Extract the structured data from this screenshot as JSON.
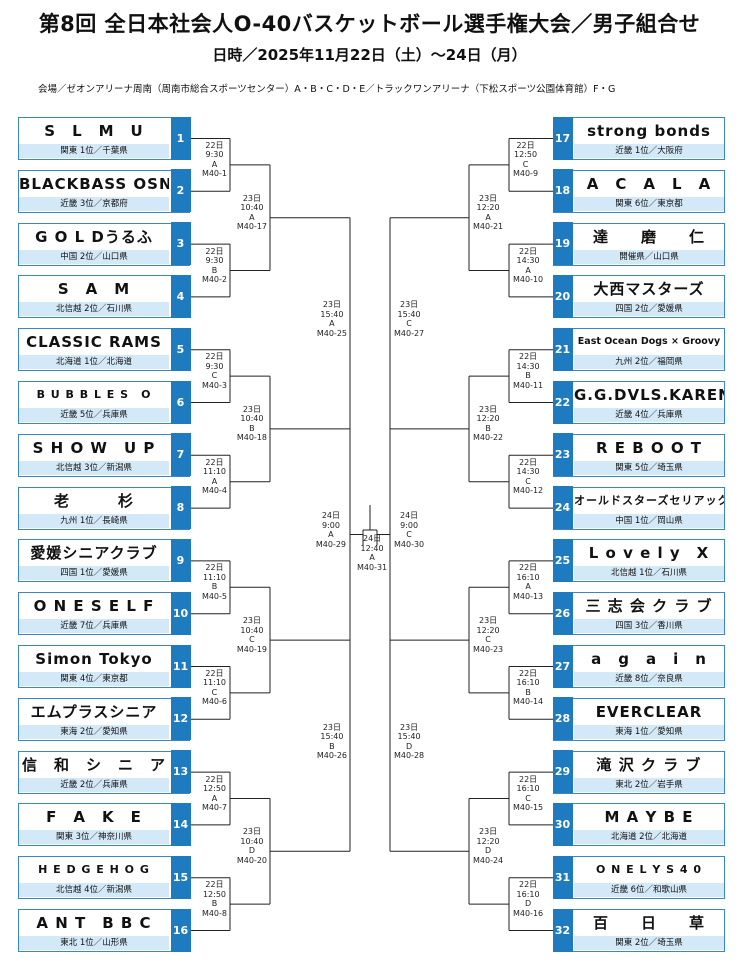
{
  "title": "第8回 全日本社会人O-40バスケットボール選手権大会／男子組合せ",
  "date": "日時／2025年11月22日（土）〜24日（月）",
  "venue": "会場／ゼオンアリーナ周南（周南市総合スポーツセンター）A・B・C・D・E／トラックワンアリーナ（下松スポーツ公園体育館）F・G",
  "teams": [
    {
      "num": "1",
      "name": "S　L　M　U",
      "region": "関東 1位／千葉県"
    },
    {
      "num": "2",
      "name": "BLACKBASS OSN",
      "region": "近畿 3位／京都府"
    },
    {
      "num": "3",
      "name": "G O L Dうるふ",
      "region": "中国 2位／山口県"
    },
    {
      "num": "4",
      "name": "S　A　M",
      "region": "北信越 2位／石川県"
    },
    {
      "num": "5",
      "name": "CLASSIC RAMS",
      "region": "北海道 1位／北海道"
    },
    {
      "num": "6",
      "name": "B U B B L E S　O",
      "region": "近畿 5位／兵庫県"
    },
    {
      "num": "7",
      "name": "S H O W　U P",
      "region": "北信越 3位／新潟県"
    },
    {
      "num": "8",
      "name": "老　　　杉",
      "region": "九州 1位／長崎県"
    },
    {
      "num": "9",
      "name": "愛媛シニアクラブ",
      "region": "四国 1位／愛媛県"
    },
    {
      "num": "10",
      "name": "O N E S E L F",
      "region": "近畿 7位／兵庫県"
    },
    {
      "num": "11",
      "name": "Simon Tokyo",
      "region": "関東 4位／東京都"
    },
    {
      "num": "12",
      "name": "エムプラスシニア",
      "region": "東海 2位／愛知県"
    },
    {
      "num": "13",
      "name": "信　和　シ　ニ　ア",
      "region": "近畿 2位／兵庫県"
    },
    {
      "num": "14",
      "name": "F　A　K　E",
      "region": "関東 3位／神奈川県"
    },
    {
      "num": "15",
      "name": "H E D G E H O G",
      "region": "北信越 4位／新潟県"
    },
    {
      "num": "16",
      "name": "A N T　B B C",
      "region": "東北 1位／山形県"
    },
    {
      "num": "17",
      "name": "strong bonds",
      "region": "近畿 1位／大阪府"
    },
    {
      "num": "18",
      "name": "A　C　A　L　A",
      "region": "関東 6位／東京都"
    },
    {
      "num": "19",
      "name": "達　　磨　　仁",
      "region": "開催県／山口県"
    },
    {
      "num": "20",
      "name": "大西マスターズ",
      "region": "四国 2位／愛媛県"
    },
    {
      "num": "21",
      "name": "East Ocean Dogs × Groovy",
      "region": "九州 2位／福岡県"
    },
    {
      "num": "22",
      "name": "G.G.DVLS.KAREN",
      "region": "近畿 4位／兵庫県"
    },
    {
      "num": "23",
      "name": "R E B O O T",
      "region": "関東 5位／埼玉県"
    },
    {
      "num": "24",
      "name": "オールドスターズセリアックス岡山",
      "region": "中国 1位／岡山県"
    },
    {
      "num": "25",
      "name": "L o v e l y　X",
      "region": "北信越 1位／石川県"
    },
    {
      "num": "26",
      "name": "三 志 会 ク ラ ブ",
      "region": "四国 3位／香川県"
    },
    {
      "num": "27",
      "name": "a　g　a　i　n",
      "region": "近畿 8位／奈良県"
    },
    {
      "num": "28",
      "name": "EVERCLEAR",
      "region": "東海 1位／愛知県"
    },
    {
      "num": "29",
      "name": "滝 沢 ク ラ ブ",
      "region": "東北 2位／岩手県"
    },
    {
      "num": "30",
      "name": "M A Y B E",
      "region": "北海道 2位／北海道"
    },
    {
      "num": "31",
      "name": "O N E L Y S 4 0",
      "region": "近畿 6位／和歌山県"
    },
    {
      "num": "32",
      "name": "百　　日　　草",
      "region": "関東 2位／埼玉県"
    }
  ],
  "matches": {
    "m1": [
      "22日",
      "9:30",
      "A",
      "M40-1"
    ],
    "m2": [
      "22日",
      "9:30",
      "B",
      "M40-2"
    ],
    "m3": [
      "22日",
      "9:30",
      "C",
      "M40-3"
    ],
    "m4": [
      "22日",
      "11:10",
      "A",
      "M40-4"
    ],
    "m5": [
      "22日",
      "11:10",
      "B",
      "M40-5"
    ],
    "m6": [
      "22日",
      "11:10",
      "C",
      "M40-6"
    ],
    "m7": [
      "22日",
      "12:50",
      "A",
      "M40-7"
    ],
    "m8": [
      "22日",
      "12:50",
      "B",
      "M40-8"
    ],
    "m9": [
      "22日",
      "12:50",
      "C",
      "M40-9"
    ],
    "m10": [
      "22日",
      "14:30",
      "A",
      "M40-10"
    ],
    "m11": [
      "22日",
      "14:30",
      "B",
      "M40-11"
    ],
    "m12": [
      "22日",
      "14:30",
      "C",
      "M40-12"
    ],
    "m13": [
      "22日",
      "16:10",
      "A",
      "M40-13"
    ],
    "m14": [
      "22日",
      "16:10",
      "B",
      "M40-14"
    ],
    "m15": [
      "22日",
      "16:10",
      "C",
      "M40-15"
    ],
    "m16": [
      "22日",
      "16:10",
      "D",
      "M40-16"
    ],
    "m17": [
      "23日",
      "10:40",
      "A",
      "M40-17"
    ],
    "m18": [
      "23日",
      "10:40",
      "B",
      "M40-18"
    ],
    "m19": [
      "23日",
      "10:40",
      "C",
      "M40-19"
    ],
    "m20": [
      "23日",
      "10:40",
      "D",
      "M40-20"
    ],
    "m21": [
      "23日",
      "12:20",
      "A",
      "M40-21"
    ],
    "m22": [
      "23日",
      "12:20",
      "B",
      "M40-22"
    ],
    "m23": [
      "23日",
      "12:20",
      "C",
      "M40-23"
    ],
    "m24": [
      "23日",
      "12:20",
      "D",
      "M40-24"
    ],
    "m25": [
      "23日",
      "15:40",
      "A",
      "M40-25"
    ],
    "m26": [
      "23日",
      "15:40",
      "B",
      "M40-26"
    ],
    "m27": [
      "23日",
      "15:40",
      "C",
      "M40-27"
    ],
    "m28": [
      "23日",
      "15:40",
      "D",
      "M40-28"
    ],
    "m29": [
      "24日",
      "9:00",
      "A",
      "M40-29"
    ],
    "m30": [
      "24日",
      "9:00",
      "C",
      "M40-30"
    ],
    "m31": [
      "24日",
      "12:40",
      "A",
      "M40-31"
    ]
  },
  "colors": {
    "accent": "#1f7bc0",
    "border": "#3a86c6",
    "band": "#d4e9f7",
    "line": "#222222"
  }
}
